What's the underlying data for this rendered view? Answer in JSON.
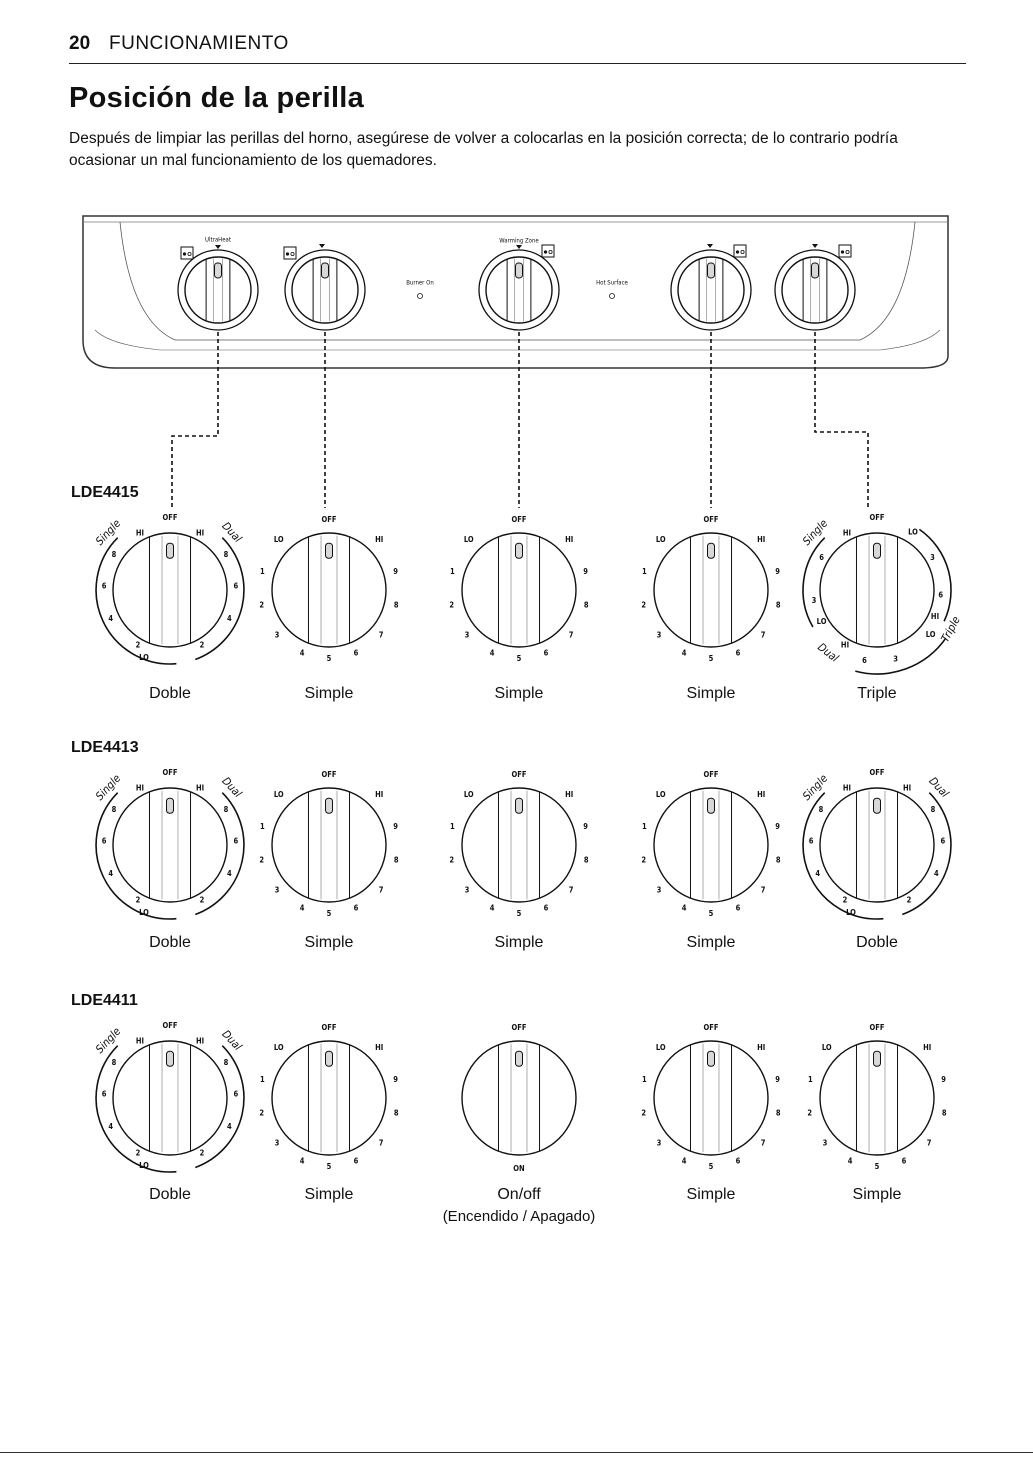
{
  "header": {
    "page_number": "20",
    "section": "FUNCIONAMIENTO"
  },
  "title": "Posición de la perilla",
  "intro": "Después de limpiar las perillas del horno, asegúrese de volver a colocarlas en la posición correcta; de lo contrario podría ocasionar un mal funcionamiento de los quemadores.",
  "panel": {
    "ultraheat": "UltraHeat",
    "warming_zone": "Warming Zone",
    "burner_on": "Burner On",
    "hot_surface": "Hot Surface"
  },
  "models": [
    {
      "name": "LDE4415",
      "knobs": [
        {
          "type": "dual",
          "caption": "Doble"
        },
        {
          "type": "simple",
          "caption": "Simple"
        },
        {
          "type": "simple",
          "caption": "Simple"
        },
        {
          "type": "simple",
          "caption": "Simple"
        },
        {
          "type": "triple",
          "caption": "Triple"
        }
      ]
    },
    {
      "name": "LDE4413",
      "knobs": [
        {
          "type": "dual",
          "caption": "Doble"
        },
        {
          "type": "simple",
          "caption": "Simple"
        },
        {
          "type": "simple",
          "caption": "Simple"
        },
        {
          "type": "simple",
          "caption": "Simple"
        },
        {
          "type": "dual",
          "caption": "Doble"
        }
      ]
    },
    {
      "name": "LDE4411",
      "knobs": [
        {
          "type": "dual",
          "caption": "Doble"
        },
        {
          "type": "simple",
          "caption": "Simple"
        },
        {
          "type": "onoff",
          "caption": "On/off",
          "caption2": "(Encendido / Apagado)"
        },
        {
          "type": "simple",
          "caption": "Simple"
        },
        {
          "type": "simple",
          "caption": "Simple"
        }
      ]
    }
  ],
  "dial": {
    "off": "OFF",
    "on": "ON",
    "lo": "LO",
    "hi": "HI",
    "single": "Single",
    "dual": "Dual",
    "triple": "Triple",
    "simple_numbers": [
      "1",
      "2",
      "3",
      "4",
      "5",
      "6",
      "7",
      "8",
      "9"
    ],
    "dual_numbers": [
      "8",
      "6",
      "4",
      "2",
      "2",
      "4",
      "6",
      "8"
    ],
    "triple_inner_numbers": [
      "6",
      "3",
      "3",
      "6"
    ],
    "triple_outer_numbers": [
      "6",
      "3"
    ]
  },
  "colors": {
    "ink": "#111111",
    "panel_line": "#555555",
    "knob_fill": "#ffffff"
  }
}
